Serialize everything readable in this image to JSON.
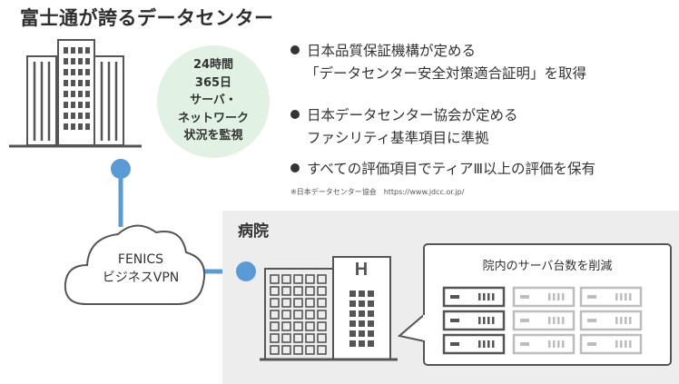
{
  "title": "富士通が誇るデータセンター",
  "monitor": {
    "lines": [
      "24時間",
      "365日",
      "サーバ・",
      "ネットワーク",
      "状況を監視"
    ]
  },
  "bullets": [
    {
      "lines": [
        "日本品質保証機構が定める",
        "「データセンター安全対策適合証明」を取得"
      ]
    },
    {
      "lines": [
        "日本データセンター協会が定める",
        "ファシリティ基準項目に準拠"
      ]
    },
    {
      "lines": [
        "すべての評価項目でティアⅢ以上の評価を保有"
      ]
    }
  ],
  "footnote": "※日本データセンター協会　https://www.jdcc.or.jp/",
  "cloud": {
    "lines": [
      "FENICS",
      "ビジネスVPN"
    ]
  },
  "hospital": {
    "label": "病院",
    "building_letter": "H",
    "server_title": "院内のサーバ台数を削減"
  },
  "colors": {
    "accent_blue": "#5b9bd5",
    "monitor_green": "#e1f1e3",
    "server_active": "#555555",
    "server_inactive": "#bdbdbd",
    "panel_gray": "#ededed"
  }
}
